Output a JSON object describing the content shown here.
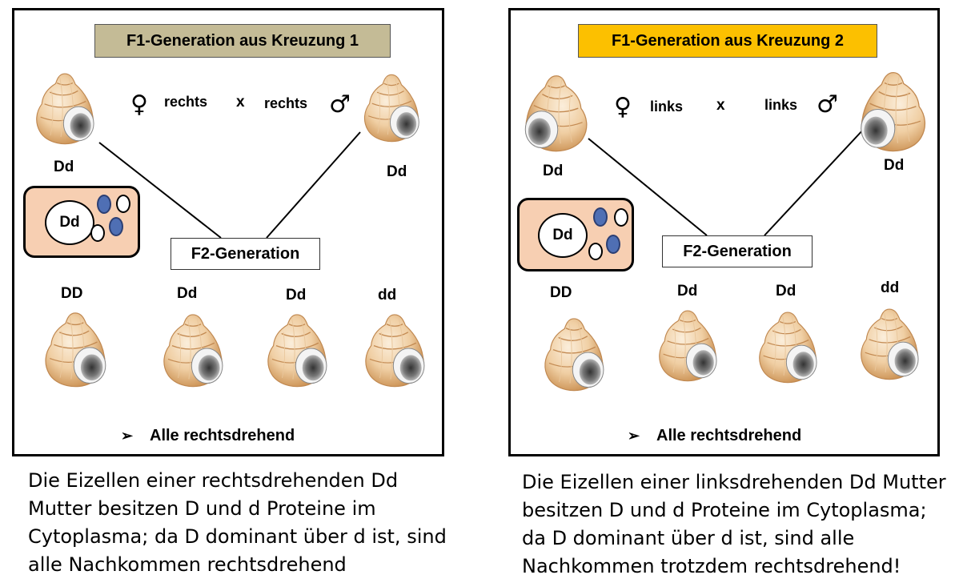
{
  "left_panel": {
    "title": "F1-Generation aus Kreuzung 1",
    "title_color": "#c4bb96",
    "female_symbol": "♀",
    "male_symbol": "♂",
    "female_label": "rechts",
    "cross_symbol": "x",
    "male_label": "rechts",
    "parent_female_genotype": "Dd",
    "parent_male_genotype": "Dd",
    "egg_cell_genotype": "Dd",
    "f2_label": "F2-Generation",
    "offspring": [
      "DD",
      "Dd",
      "Dd",
      "dd"
    ],
    "arrow": "➢",
    "conclusion": "Alle rechtsdrehend"
  },
  "right_panel": {
    "title": "F1-Generation aus Kreuzung 2",
    "title_color": "#fcc000",
    "female_symbol": "♀",
    "male_symbol": "♂",
    "female_label": "links",
    "cross_symbol": "x",
    "male_label": "links",
    "parent_female_genotype": "Dd",
    "parent_male_genotype": "Dd",
    "egg_cell_genotype": "Dd",
    "f2_label": "F2-Generation",
    "offspring": [
      "DD",
      "Dd",
      "Dd",
      "dd"
    ],
    "arrow": "➢",
    "conclusion": "Alle rechtsdrehend"
  },
  "captions": {
    "left": [
      "Die Eizellen einer rechtsdrehenden Dd",
      "Mutter besitzen D und d Proteine im",
      "Cytoplasma; da D dominant über d ist, sind",
      "alle Nachkommen  rechtsdrehend"
    ],
    "right": [
      "Die Eizellen einer linksdrehenden Dd Mutter",
      "besitzen D und d Proteine im Cytoplasma;",
      "da D dominant über d ist, sind alle",
      "Nachkommen trotzdem rechtsdrehend!"
    ]
  },
  "colors": {
    "shell_light": "#f6dcb6",
    "shell_dark": "#c98e4f",
    "cell_fill": "#f7cfb2",
    "protein_blue": "#4f6fb4"
  }
}
